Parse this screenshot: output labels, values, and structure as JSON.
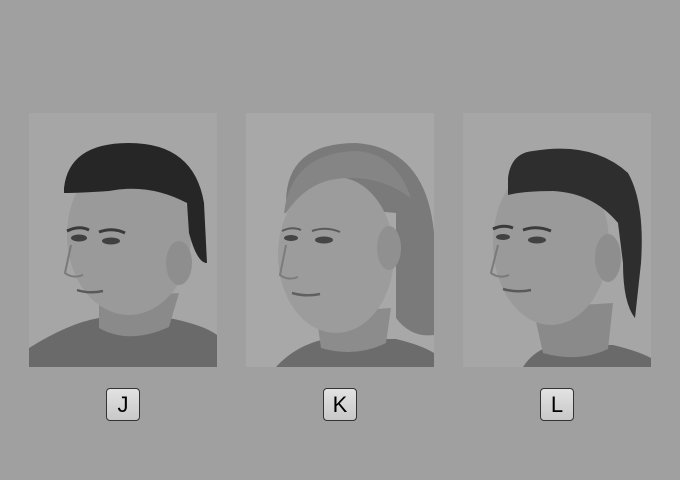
{
  "background_color": "#a0a0a0",
  "options": [
    {
      "key": "J",
      "image": "face-photo-man-short-dark-hair"
    },
    {
      "key": "K",
      "image": "face-photo-woman-blonde-hair"
    },
    {
      "key": "L",
      "image": "face-photo-man-swept-hair"
    }
  ]
}
